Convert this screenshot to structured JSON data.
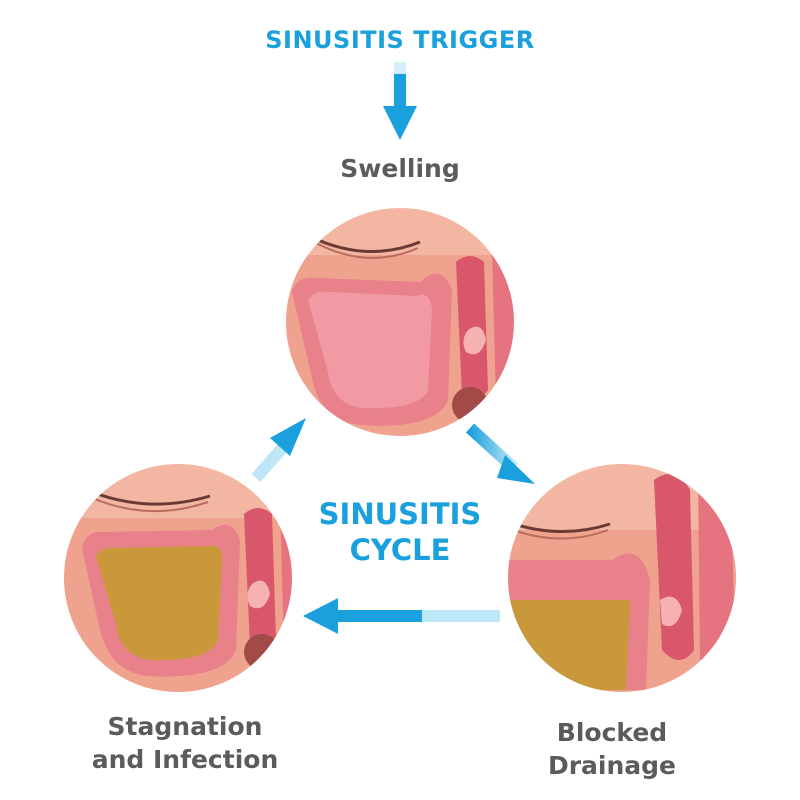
{
  "title": "SINUSITIS TRIGGER",
  "center": {
    "line1": "SINUSITIS",
    "line2": "CYCLE"
  },
  "stages": {
    "swelling": "Swelling",
    "blocked": {
      "line1": "Blocked",
      "line2": "Drainage"
    },
    "stagnation": {
      "line1": "Stagnation",
      "line2": "and Infection"
    }
  },
  "colors": {
    "accent": "#1aa0dc",
    "label": "#5b5b5b",
    "skin": "#efa28d",
    "membrane": "#e9818a",
    "mucus": "#c9983b"
  }
}
